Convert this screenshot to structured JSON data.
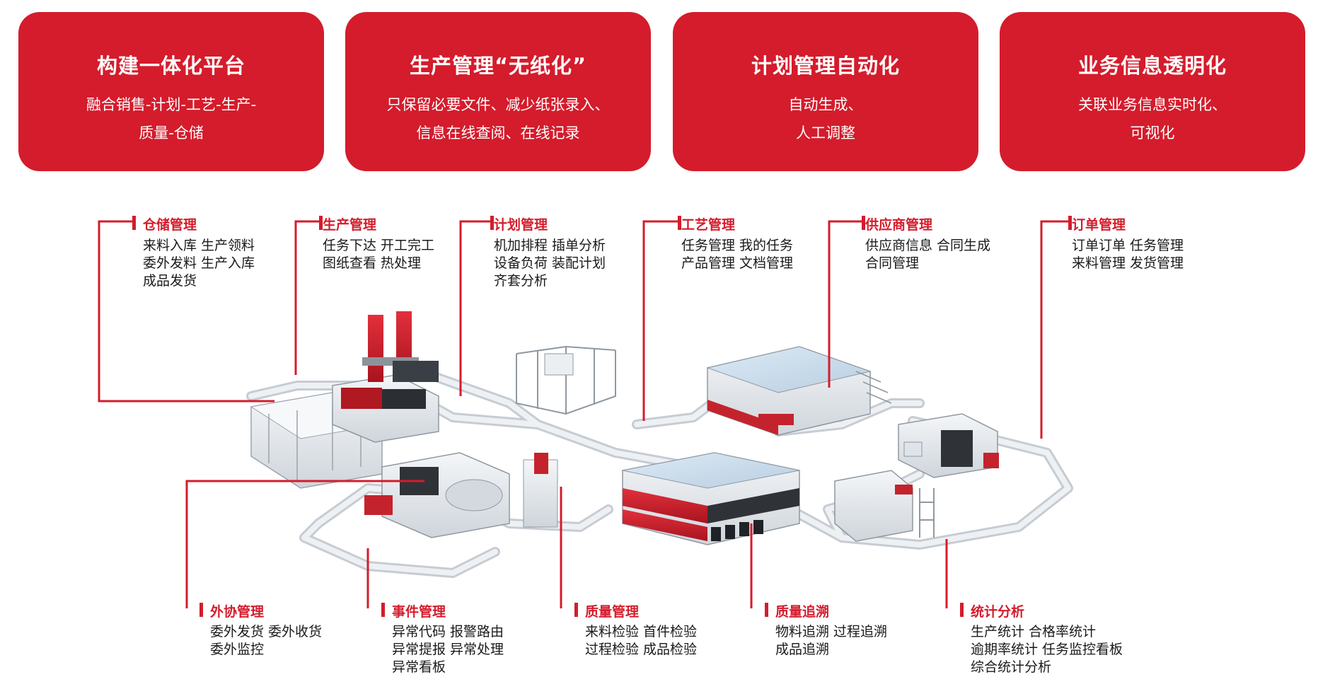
{
  "cards": [
    {
      "title": "构建一体化平台",
      "line1": "融合销售-计划-工艺-生产-",
      "line2": "质量-仓储"
    },
    {
      "title": "生产管理“无纸化”",
      "line1": "只保留必要文件、减少纸张录入、",
      "line2": "信息在线查阅、在线记录"
    },
    {
      "title": "计划管理自动化",
      "line1": "自动生成、",
      "line2": "人工调整"
    },
    {
      "title": "业务信息透明化",
      "line1": "关联业务信息实时化、",
      "line2": "可视化"
    }
  ],
  "modules": {
    "warehouse": {
      "title": "仓储管理",
      "lines": [
        "来料入库 生产领料",
        "委外发料 生产入库",
        "成品发货"
      ]
    },
    "production": {
      "title": "生产管理",
      "lines": [
        "任务下达 开工完工",
        "图纸查看 热处理"
      ]
    },
    "planning": {
      "title": "计划管理",
      "lines": [
        "机加排程 插单分析",
        "设备负荷 装配计划",
        "齐套分析"
      ]
    },
    "process": {
      "title": "工艺管理",
      "lines": [
        "任务管理 我的任务",
        "产品管理 文档管理"
      ]
    },
    "supplier": {
      "title": "供应商管理",
      "lines": [
        "供应商信息 合同生成",
        "合同管理"
      ]
    },
    "order": {
      "title": "订单管理",
      "lines": [
        "订单订单 任务管理",
        "来料管理  发货管理"
      ]
    },
    "outsourcing": {
      "title": "外协管理",
      "lines": [
        "委外发货 委外收货",
        "委外监控"
      ]
    },
    "event": {
      "title": "事件管理",
      "lines": [
        "异常代码 报警路由",
        "异常提报 异常处理",
        "异常看板"
      ]
    },
    "quality": {
      "title": "质量管理",
      "lines": [
        "来料检验 首件检验",
        "过程检验 成品检验"
      ]
    },
    "trace": {
      "title": "质量追溯",
      "lines": [
        "物料追溯 过程追溯",
        "成品追溯"
      ]
    },
    "stats": {
      "title": "统计分析",
      "lines": [
        "生产统计 合格率统计",
        "逾期率统计 任务监控看板",
        "综合统计分析"
      ]
    }
  },
  "colors": {
    "accent": "#d41c2c",
    "conveyor": "#dfe4ea",
    "machine_body": "#eceff2",
    "roof": "#cfe0ef"
  }
}
